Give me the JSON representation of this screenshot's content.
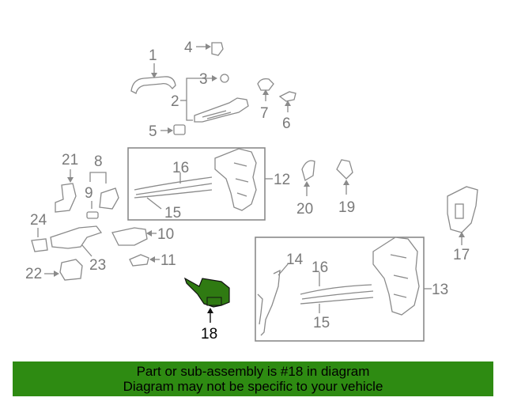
{
  "callouts": {
    "p1": "1",
    "p2": "2",
    "p3": "3",
    "p4": "4",
    "p5": "5",
    "p6": "6",
    "p7": "7",
    "p8": "8",
    "p9": "9",
    "p10": "10",
    "p11": "11",
    "p12": "12",
    "p13": "13",
    "p14": "14",
    "p15a": "15",
    "p15b": "15",
    "p16a": "16",
    "p16b": "16",
    "p17": "17",
    "p18": "18",
    "p19": "19",
    "p20": "20",
    "p21": "21",
    "p22": "22",
    "p23": "23",
    "p24": "24"
  },
  "highlighted_part": "18",
  "banner": {
    "line1": "Part or sub-assembly is #18 in diagram",
    "line2": "Diagram may not be specific to your vehicle"
  },
  "colors": {
    "banner_bg": "#2e8b12",
    "highlight_part": "#2f7a12",
    "line_art": "#8a8a8a"
  }
}
